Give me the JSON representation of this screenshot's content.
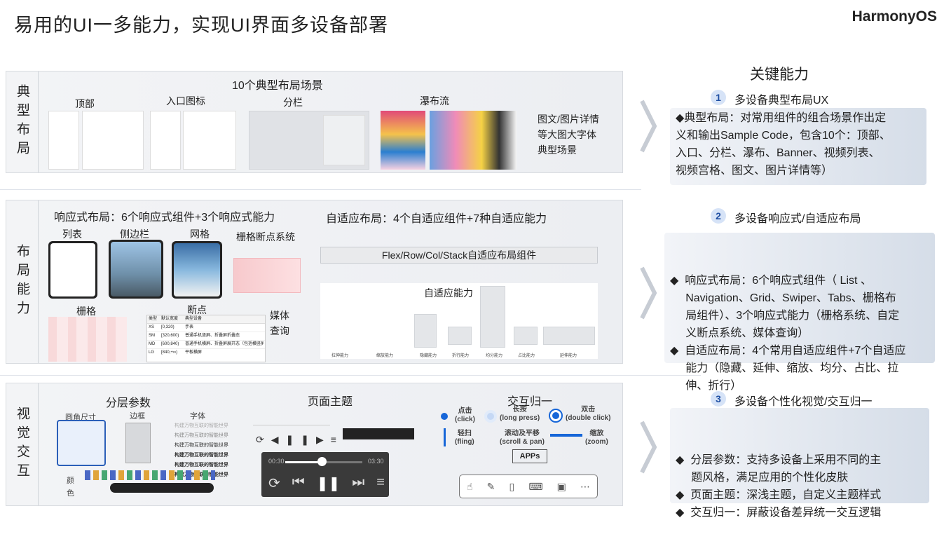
{
  "header": {
    "title": "易用的UI一多能力，实现UI界面多设备部署",
    "brand": "HarmonyOS"
  },
  "row1": {
    "label": "典型布局",
    "heading": "10个典型布局场景",
    "items": [
      "顶部",
      "入口图标",
      "分栏",
      "瀑布流"
    ],
    "side_text": [
      "图文/图片详情",
      "等大图大字体",
      "典型场景"
    ]
  },
  "row2": {
    "label": "布局能力",
    "responsive_title": "响应式布局：6个响应式组件+3个响应式能力",
    "adaptive_title": "自适应布局：4个自适应组件+7种自适应能力",
    "items": [
      "列表",
      "侧边栏",
      "网格",
      "栅格断点系统",
      "栅格",
      "断点"
    ],
    "media": [
      "媒体",
      "查询"
    ],
    "flex_label": "Flex/Row/Col/Stack自适应布局组件",
    "adaptive_ability": "自适应能力",
    "bp_table": {
      "headers": [
        "类型",
        "默认宽度",
        "典型设备"
      ],
      "rows": [
        [
          "XS",
          "[0,320)",
          "手表"
        ],
        [
          "SM",
          "[320,600)",
          "普通手机竖屏、折叠屏折叠态"
        ],
        [
          "MD",
          "[600,840)",
          "普通手机横屏、折叠屏展开态（包括横竖屏）、平板竖屏"
        ],
        [
          "LG",
          "[840,+∞)",
          "平板横屏"
        ]
      ]
    },
    "ability_caps": [
      "拉伸能力",
      "缩放能力",
      "隐藏能力",
      "折行能力",
      "均分能力",
      "占比能力",
      "延伸能力"
    ]
  },
  "row3": {
    "label": "视觉交互",
    "layered": "分层参数",
    "sub": [
      "圆角尺寸",
      "边框",
      "字体"
    ],
    "color": [
      "颜",
      "色"
    ],
    "theme": "页面主题",
    "interaction": "交互归一",
    "font_samples": [
      "构建万物互联的智能世界",
      "构建万物互联的智能世界",
      "构建万物互联的智能世界",
      "构建万物互联的智能世界",
      "构建万物互联的智能世界",
      "构建万物互联的智能世界"
    ],
    "gestures": {
      "click": [
        "点击",
        "(click)"
      ],
      "long": [
        "长按",
        "(long press)"
      ],
      "double": [
        "双击",
        "(double click)"
      ],
      "fling": [
        "轻扫",
        "(fling)"
      ],
      "scroll": [
        "滚动及平移",
        "(scroll & pan)"
      ],
      "zoom": [
        "缩放",
        "(zoom)"
      ],
      "apps": "APPs"
    },
    "player": {
      "start": "00:30",
      "end": "03:30"
    }
  },
  "right": {
    "title": "关键能力",
    "sections": [
      {
        "num": "1",
        "title": "多设备典型布局UX",
        "lines": [
          "◆典型布局：对常用组件的组合场景作出定",
          "义和输出Sample Code，包含10个：顶部、",
          "入口、分栏、瀑布、Banner、视频列表、",
          "视频宫格、图文、图片详情等）"
        ]
      },
      {
        "num": "2",
        "title": "多设备响应式/自适应布局",
        "lines": [
          "◆  响应式布局：6个响应式组件（ List 、",
          "     Navigation、Grid、Swiper、Tabs、栅格布",
          "     局组件）、3个响应式能力（栅格系统、自定",
          "     义断点系统、媒体查询）",
          "◆  自适应布局：4个常用自适应组件+7个自适应",
          "     能力（隐藏、延伸、缩放、均分、占比、拉",
          "     伸、折行）"
        ]
      },
      {
        "num": "3",
        "title": "多设备个性化视觉/交互归一",
        "lines": [
          "◆  分层参数：支持多设备上采用不同的主",
          "     题风格，满足应用的个性化皮肤",
          "◆  页面主题：深浅主题，自定义主题样式",
          "◆  交互归一：屏蔽设备差异统一交互逻辑"
        ]
      }
    ]
  },
  "colors": {
    "accent": "#1666d8",
    "panel": "#eef0f3"
  }
}
